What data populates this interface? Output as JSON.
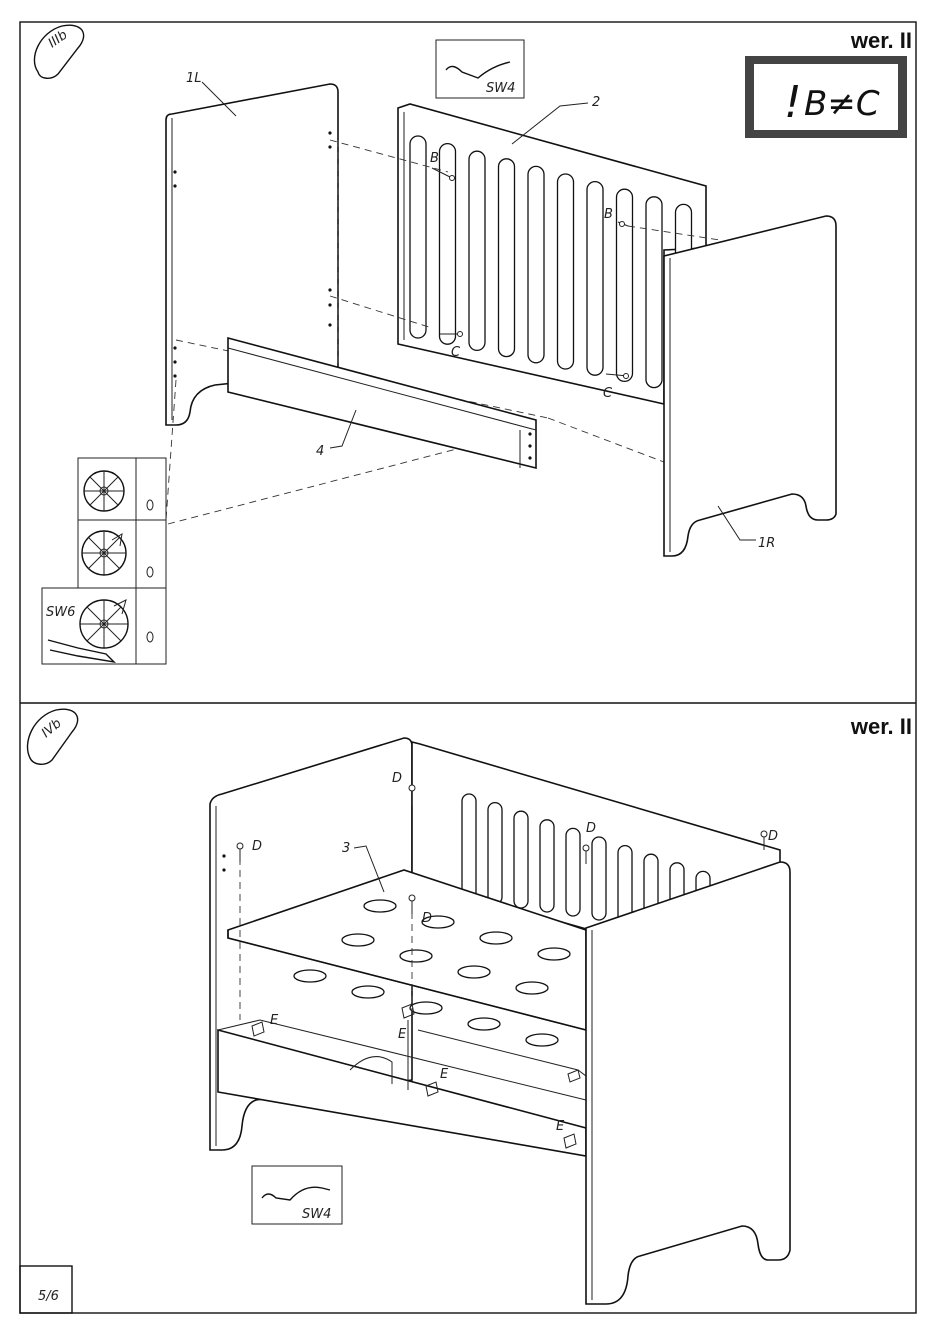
{
  "step_top": {
    "step_label": "IIIb",
    "version_label": "wer. II",
    "warning": {
      "mark": "!",
      "text": "B≠C"
    },
    "tool_label": "SW4",
    "part_labels": {
      "left_end": "1L",
      "right_end": "1R",
      "back_side": "2",
      "rail": "4"
    },
    "fastener_labels": {
      "b1": "B",
      "b2": "B",
      "c1": "C",
      "c2": "C"
    },
    "cam_tool_label": "SW6"
  },
  "step_bottom": {
    "step_label": "IVb",
    "version_label": "wer. II",
    "part_labels": {
      "base": "3"
    },
    "fastener_labels": {
      "d1": "D",
      "d2": "D",
      "d3": "D",
      "d4": "D",
      "d5": "D",
      "e1": "E",
      "e2": "E",
      "e3": "E",
      "e4": "E"
    },
    "tool_label": "SW4"
  },
  "page_number": "5/6",
  "colors": {
    "ink": "#111111",
    "warning_border": "#444444",
    "paper": "#ffffff"
  }
}
